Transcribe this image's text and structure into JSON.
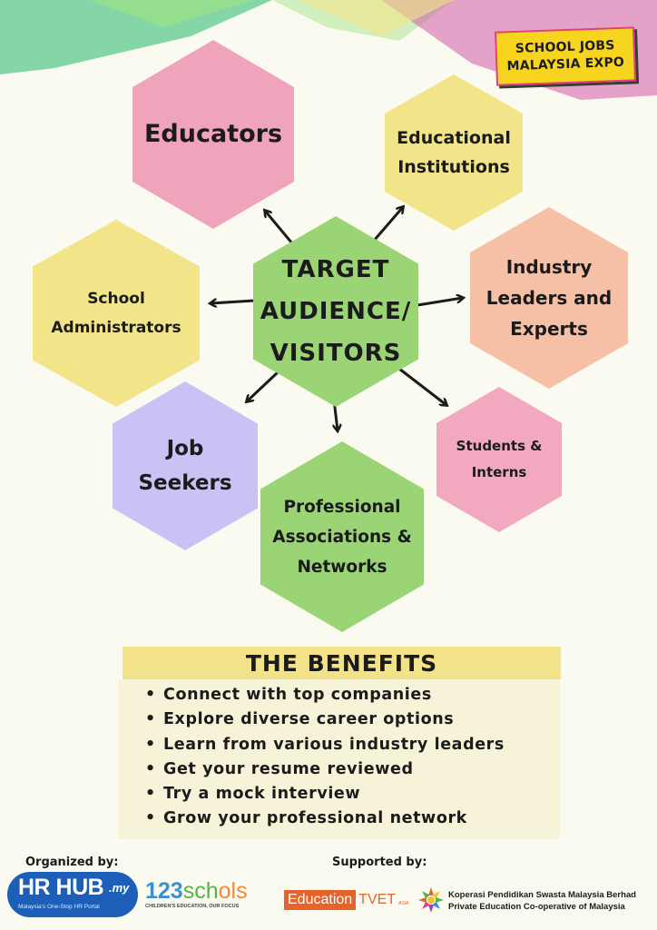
{
  "badge": {
    "line1": "SCHOOL JOBS",
    "line2": "MALAYSIA EXPO"
  },
  "center": {
    "text": "TARGET\nAUDIENCE/\nVISITORS"
  },
  "audiences": {
    "educators": "Educators",
    "institutions": "Educational\nInstitutions",
    "administrators": "School\nAdministrators",
    "industry": "Industry\nLeaders and\nExperts",
    "job_seekers": "Job\nSeekers",
    "students": "Students &\nInterns",
    "associations": "Professional\nAssociations &\nNetworks"
  },
  "benefits": {
    "title": "THE BENEFITS",
    "items": [
      "Connect with top companies",
      "Explore diverse career options",
      "Learn from various industry leaders",
      "Get your resume reviewed",
      "Try a mock interview",
      "Grow your professional network"
    ]
  },
  "footer": {
    "organized_label": "Organized by:",
    "supported_label": "Supported by:",
    "hrhub": {
      "name": "HR HUB",
      "suffix": ".my",
      "tagline": "Malaysia's One-Stop HR Portal"
    },
    "schools": {
      "name_a": "123",
      "name_b": "sch",
      "name_c": "ols",
      "tagline": "CHILDREN'S EDUCATION, OUR FOCUS"
    },
    "education_tvet": {
      "part1": "Education",
      "part2": "TVET",
      "suffix": "ASIA"
    },
    "koperasi": {
      "line1": "Koperasi Pendidikan Swasta Malaysia Berhad",
      "line2": "Private Education Co-operative of Malaysia"
    }
  },
  "colors": {
    "pink": "#f0a4bb",
    "yellow": "#f2e488",
    "green": "#9bd475",
    "peach": "#f5c0a5",
    "lavender": "#c8c2f5",
    "rose": "#f2a8bf"
  }
}
